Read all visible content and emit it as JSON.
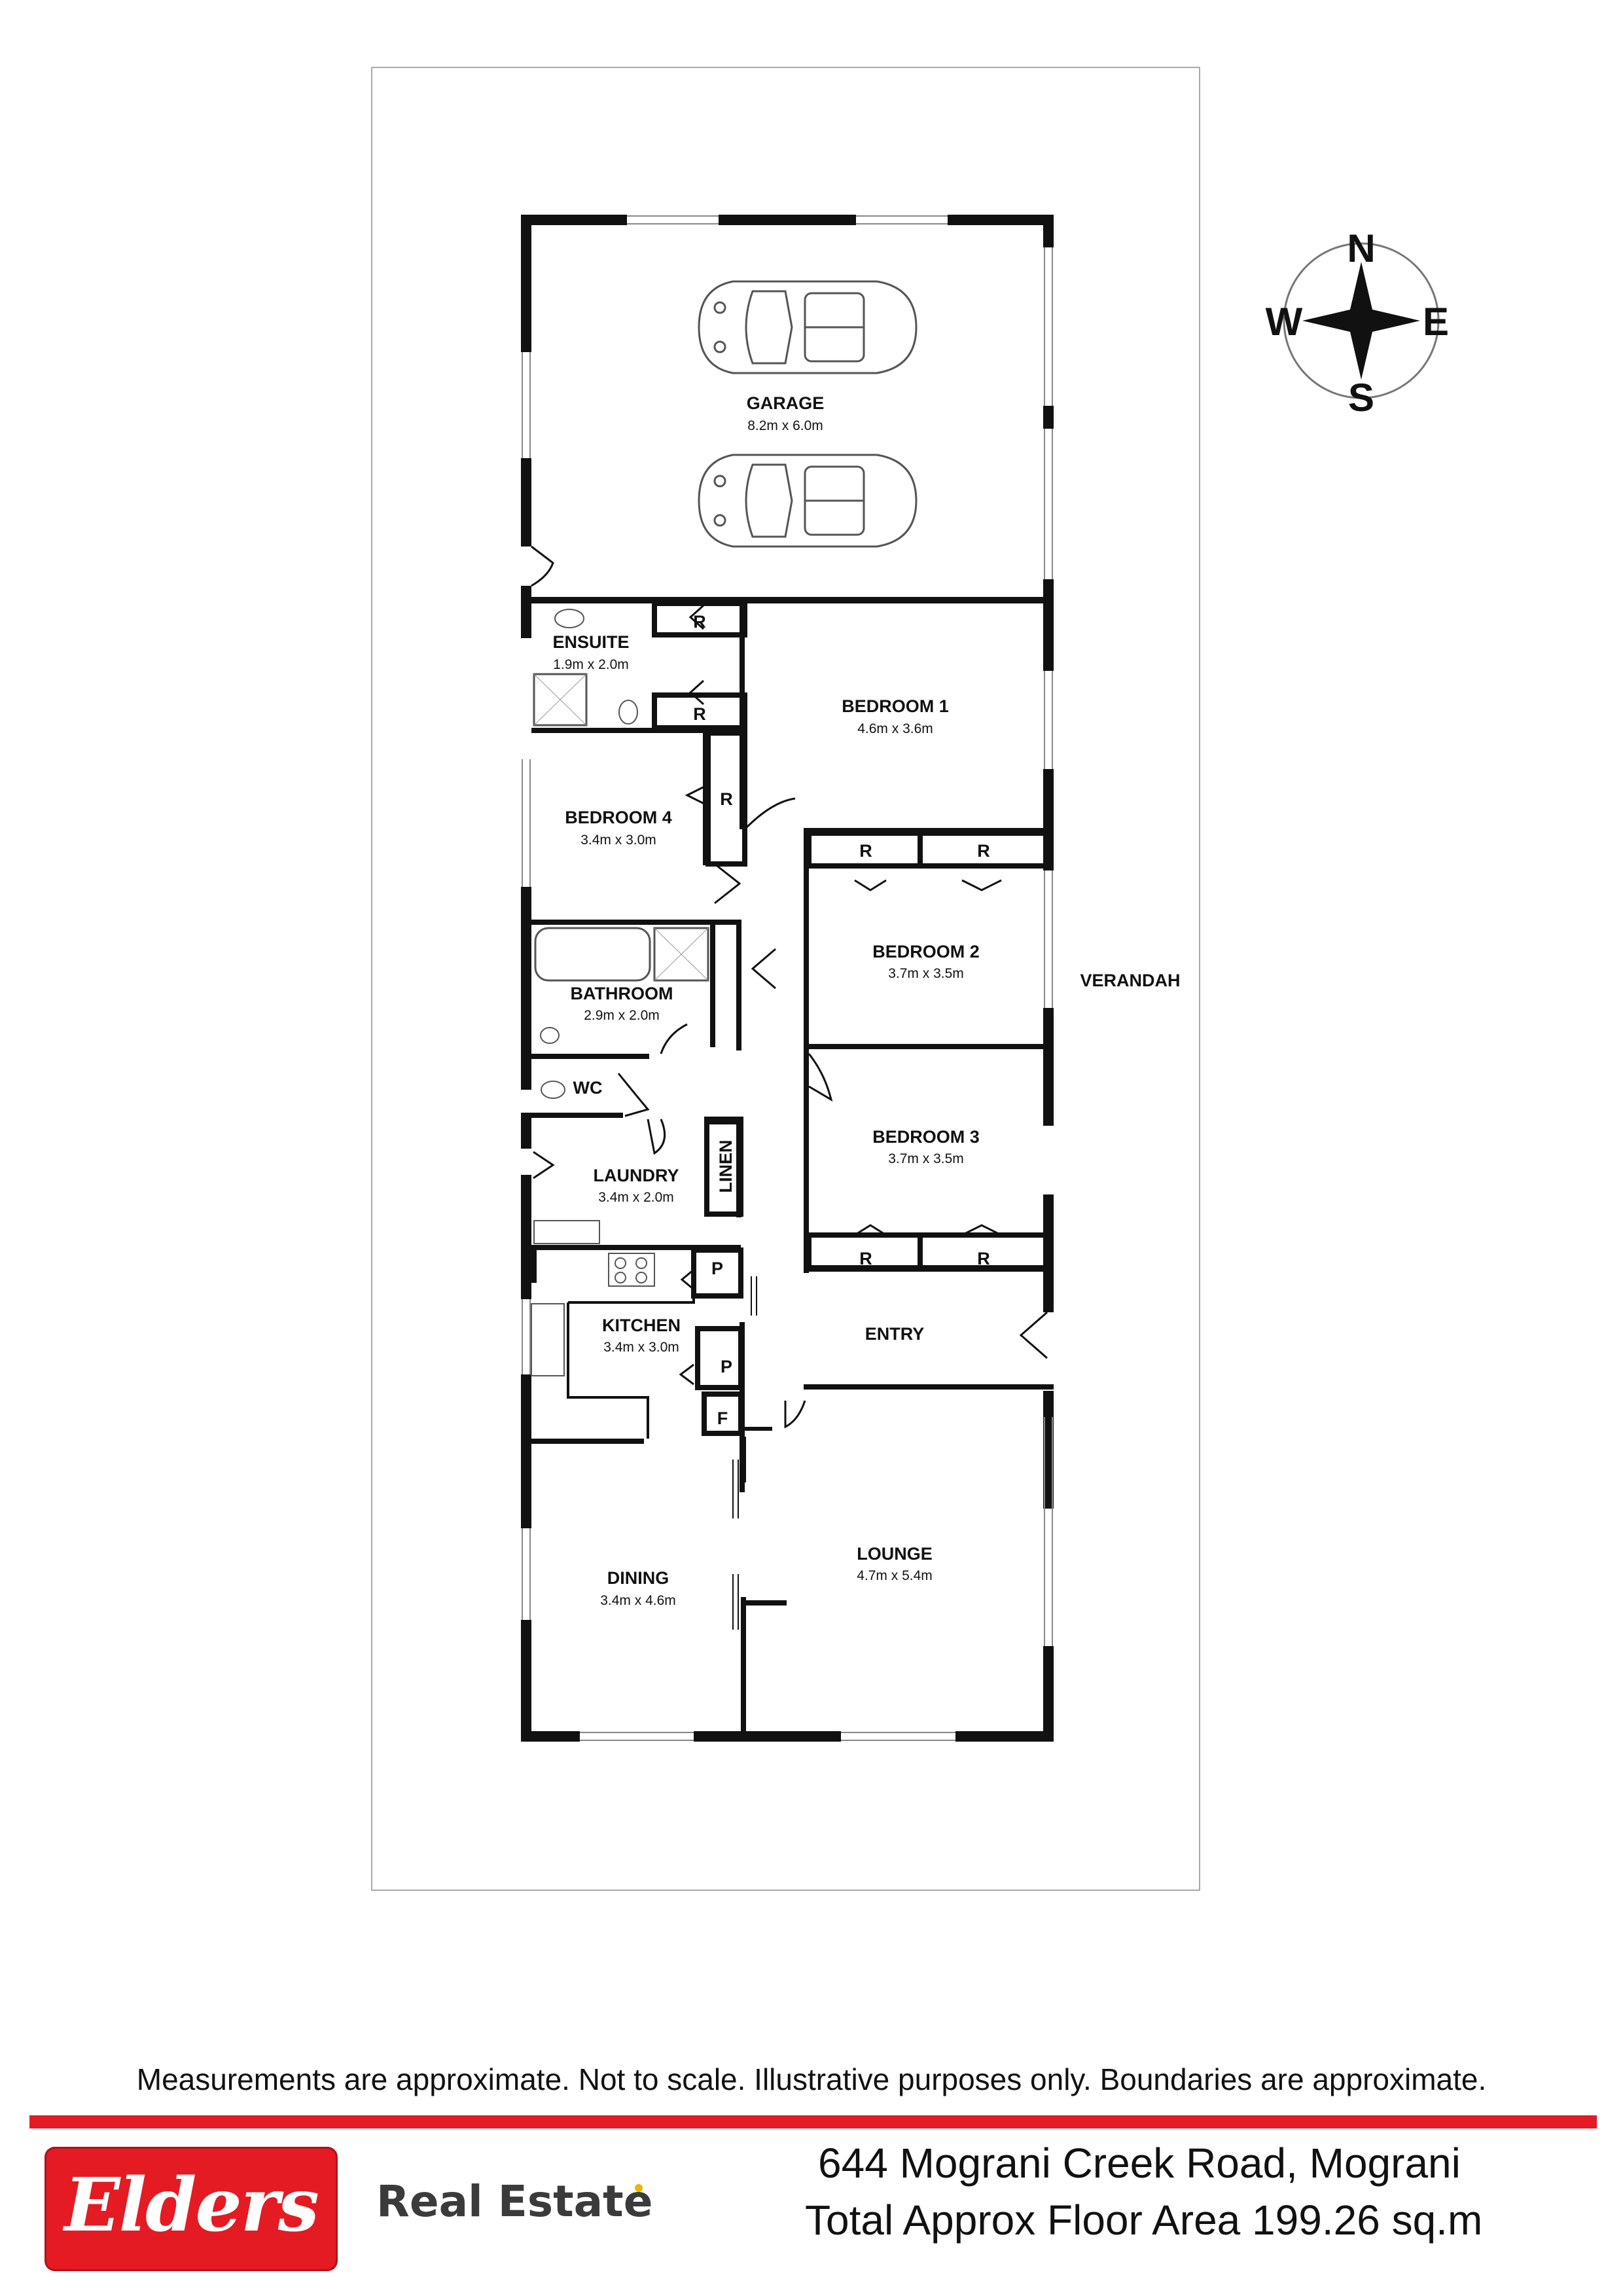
{
  "rooms": {
    "garage": {
      "name": "GARAGE",
      "dim": "8.2m x 6.0m"
    },
    "ensuite": {
      "name": "ENSUITE",
      "dim": "1.9m x 2.0m"
    },
    "bedroom1": {
      "name": "BEDROOM 1",
      "dim": "4.6m x 3.6m"
    },
    "bedroom4": {
      "name": "BEDROOM 4",
      "dim": "3.4m x 3.0m"
    },
    "bedroom2": {
      "name": "BEDROOM 2",
      "dim": "3.7m x 3.5m"
    },
    "bathroom": {
      "name": "BATHROOM",
      "dim": "2.9m x 2.0m"
    },
    "wc": {
      "name": "WC"
    },
    "laundry": {
      "name": "LAUNDRY",
      "dim": "3.4m x 2.0m"
    },
    "linen": {
      "name": "LINEN"
    },
    "bedroom3": {
      "name": "BEDROOM 3",
      "dim": "3.7m x 3.5m"
    },
    "kitchen": {
      "name": "KITCHEN",
      "dim": "3.4m x 3.0m"
    },
    "entry": {
      "name": "ENTRY"
    },
    "dining": {
      "name": "DINING",
      "dim": "3.4m x 4.6m"
    },
    "lounge": {
      "name": "LOUNGE",
      "dim": "4.7m x 5.4m"
    },
    "verandah": {
      "name": "VERANDAH"
    }
  },
  "closets": {
    "robe": "R",
    "pantry": "P",
    "fridge": "F"
  },
  "compass": {
    "north": "N",
    "south": "S",
    "east": "E",
    "west": "W"
  },
  "footer": {
    "disclaimer": "Measurements are approximate. Not to scale. Illustrative purposes only. Boundaries are approximate.",
    "brand": "Elders",
    "brand_suffix": "Real Estate",
    "address": "644 Mograni Creek Road, Mograni",
    "floor_area": "Total Approx Floor Area 199.26 sq.m",
    "brand_color": "#e41b23"
  }
}
